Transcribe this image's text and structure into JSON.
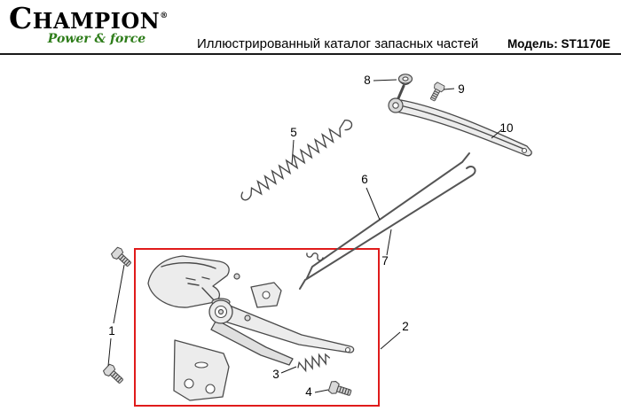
{
  "header": {
    "logo_text": "CHAMPION",
    "logo_reg": "®",
    "logo_tagline": "Power & force",
    "brand_color": "#2e7d1a",
    "title": "Иллюстрированный каталог запасных частей",
    "model_label": "Модель: ST1170E"
  },
  "diagram": {
    "highlight_color": "#e01b1b",
    "callouts": [
      "1",
      "2",
      "3",
      "4",
      "5",
      "6",
      "7",
      "8",
      "9",
      "10"
    ]
  }
}
